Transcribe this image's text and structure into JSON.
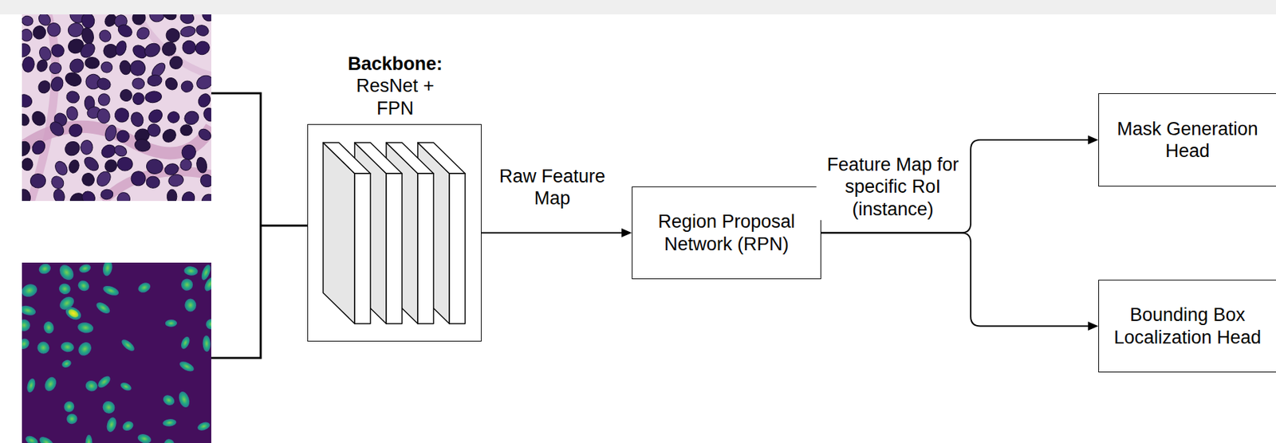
{
  "diagram": {
    "nodes": [
      {
        "text": [
          "Backbone:",
          "ResNet + FPN"
        ]
      },
      {
        "text": [
          "Region Proposal Network (RPN)"
        ]
      },
      {
        "text": [
          "Mask Generation Head"
        ]
      },
      {
        "text": [
          "Bounding Box Localization Head"
        ]
      }
    ],
    "edges": [
      {
        "from": 0,
        "to": 1,
        "arrow": "to",
        "label": "Raw Feature Map"
      },
      {
        "from": 1,
        "to": 2,
        "arrow": "to",
        "label": "Feature Map for specific RoI (instance)"
      },
      {
        "from": 1,
        "to": 3,
        "arrow": "to"
      }
    ]
  }
}
